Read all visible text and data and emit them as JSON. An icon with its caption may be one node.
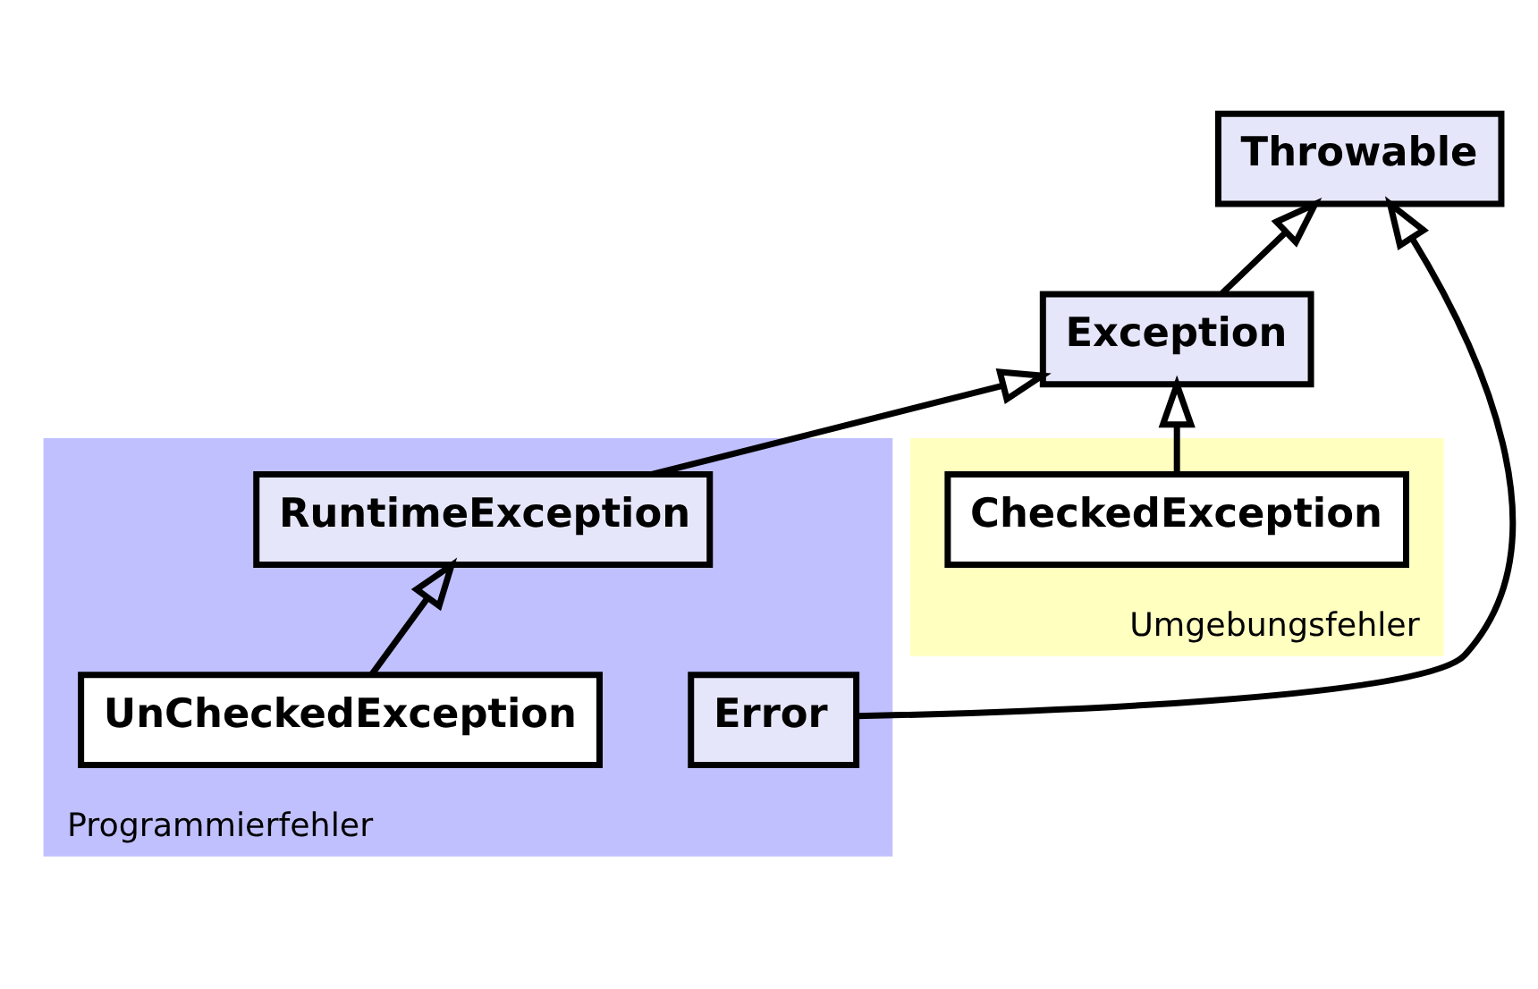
{
  "diagram": {
    "nodes": [
      {
        "text": [
          "Throwable"
        ]
      },
      {
        "text": [
          "Programmierfehler"
        ]
      },
      {
        "text": [
          "Error"
        ],
        "in": 1
      },
      {
        "text": [
          "Exception"
        ]
      },
      {
        "text": [
          "RuntimeException"
        ],
        "in": 1
      },
      {
        "text": [
          "UnCheckedException"
        ],
        "in": 1
      },
      {
        "text": [
          "Umgebungsfehler"
        ]
      },
      {
        "text": [
          "CheckedException"
        ],
        "in": 6
      }
    ],
    "edges": [
      {
        "from": 2,
        "to": 0,
        "arrow": "to"
      },
      {
        "from": 3,
        "to": 0,
        "arrow": "to"
      },
      {
        "from": 4,
        "to": 3,
        "arrow": "to"
      },
      {
        "from": 7,
        "to": 3,
        "arrow": "to"
      },
      {
        "from": 5,
        "to": 4,
        "arrow": "to"
      }
    ]
  }
}
